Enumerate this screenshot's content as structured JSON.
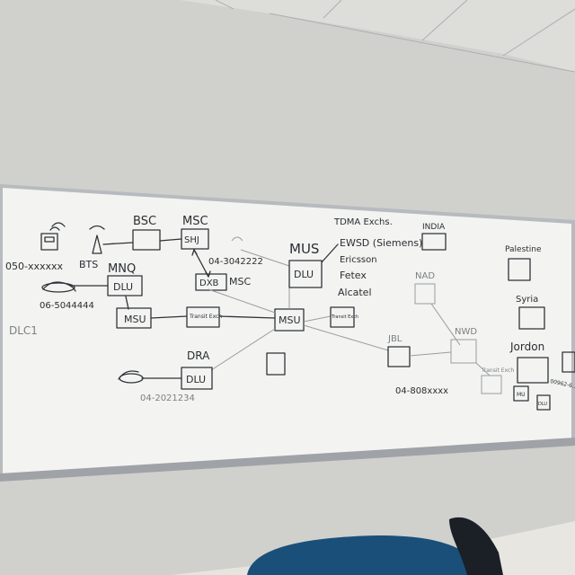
{
  "photo": {
    "subject": "whiteboard-network-diagram",
    "colors": {
      "wall": "#d6d6d1",
      "board": "#f4f5f2",
      "frame": "#b9bcc0",
      "ink": "#2f323a",
      "ceiling": "#e4e4e0"
    }
  },
  "board": {
    "nodes": {
      "bts_label": "BTS",
      "bsc_label": "BSC",
      "msc_top_label": "MSC",
      "shj_label": "SHJ",
      "mnq_label": "MNQ",
      "dlu_mnq": "DLU",
      "dxb_label": "DXB",
      "msc_mid_label": "MSC",
      "msu_left": "MSU",
      "msu_center": "MSU",
      "transit_exch_left": "Transit Exch",
      "transit_exch_mid": "Transit Exch",
      "mus_label": "MUS",
      "dlu_mus": "DLU",
      "dra_label": "DRA",
      "dlu_dra": "DLU",
      "tdma_label": "TDMA Exchs.",
      "ewsd_label": "EWSD (Siemens)",
      "ericsson_label": "Ericsson",
      "fetex_label": "Fetex",
      "alcatel_label": "Alcatel",
      "india_label": "INDIA",
      "nad_label": "NAD",
      "nwd_label": "NWD",
      "jbl_label": "JBL",
      "palestine_label": "Palestine",
      "syria_label": "Syria",
      "jordon_label": "Jordon",
      "transit_exch_right": "Transit Exch",
      "mu_small": "MU",
      "dlu_small": "DLU",
      "dlc_label": "DLC1"
    },
    "numbers": {
      "phone_mobile": "050-xxxxxx",
      "phone_mnq": "06-5044444",
      "phone_shj": "04-3042222",
      "phone_dra": "04-2021234",
      "phone_jbl": "04-808xxxx",
      "phone_right": "00962-6..."
    }
  }
}
